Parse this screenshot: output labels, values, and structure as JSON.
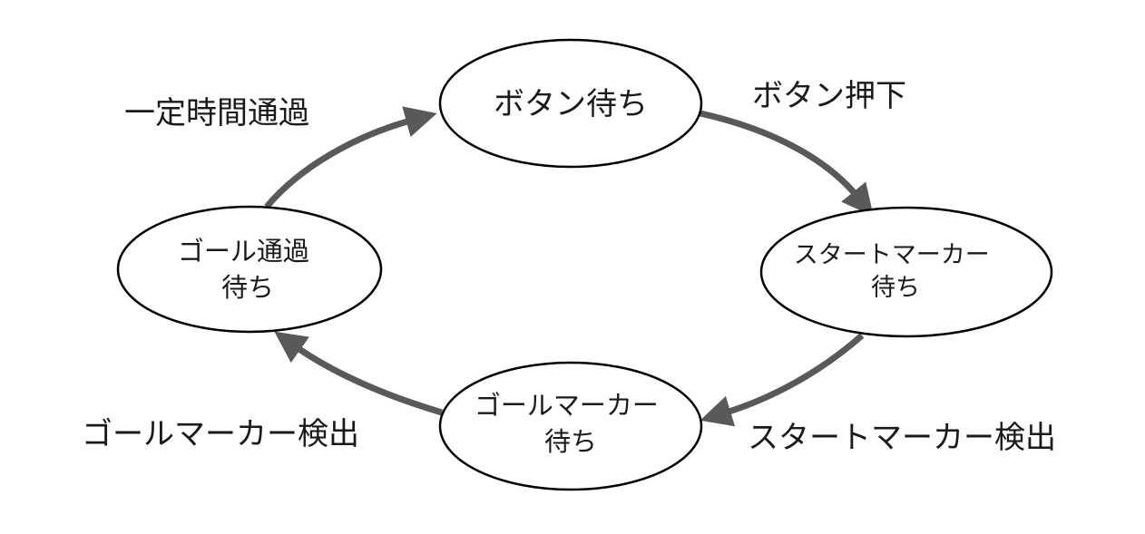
{
  "diagram": {
    "colors": {
      "arrow": "#595959",
      "node_stroke": "#000000",
      "text": "#1a1a1a"
    },
    "states": {
      "button_wait": {
        "lines": [
          "ボタン待ち"
        ]
      },
      "start_marker_wait": {
        "lines": [
          "スタートマーカー",
          "待ち"
        ]
      },
      "goal_marker_wait": {
        "lines": [
          "ゴールマーカー",
          "待ち"
        ]
      },
      "goal_pass_wait": {
        "lines": [
          "ゴール通過",
          "待ち"
        ]
      }
    },
    "transitions": {
      "button_pressed": "ボタン押下",
      "start_marker_detected": "スタートマーカー検出",
      "goal_marker_detected": "ゴールマーカー検出",
      "time_elapsed": "一定時間通過"
    }
  }
}
